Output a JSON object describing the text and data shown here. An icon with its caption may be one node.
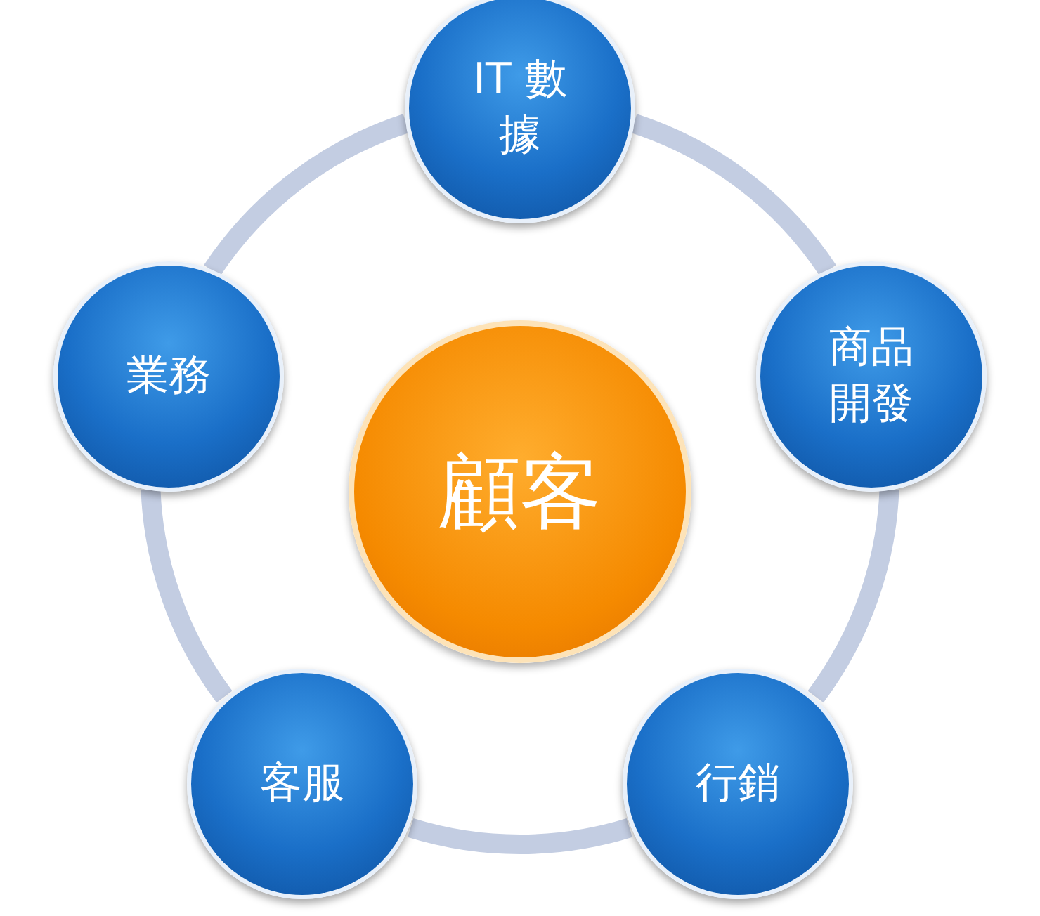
{
  "diagram": {
    "nodes": [
      {
        "text": [
          "顧客"
        ]
      },
      {
        "text": [
          "IT 數據"
        ]
      },
      {
        "text": [
          "商品開發"
        ]
      },
      {
        "text": [
          "行銷"
        ]
      },
      {
        "text": [
          "客服"
        ]
      },
      {
        "text": [
          "業務"
        ]
      }
    ],
    "edges": [
      {
        "from": 1,
        "to": 2,
        "arrow": "none"
      },
      {
        "from": 2,
        "to": 3,
        "arrow": "none"
      },
      {
        "from": 3,
        "to": 4,
        "arrow": "none"
      },
      {
        "from": 4,
        "to": 5,
        "arrow": "none"
      },
      {
        "from": 5,
        "to": 1,
        "arrow": "none"
      }
    ]
  }
}
